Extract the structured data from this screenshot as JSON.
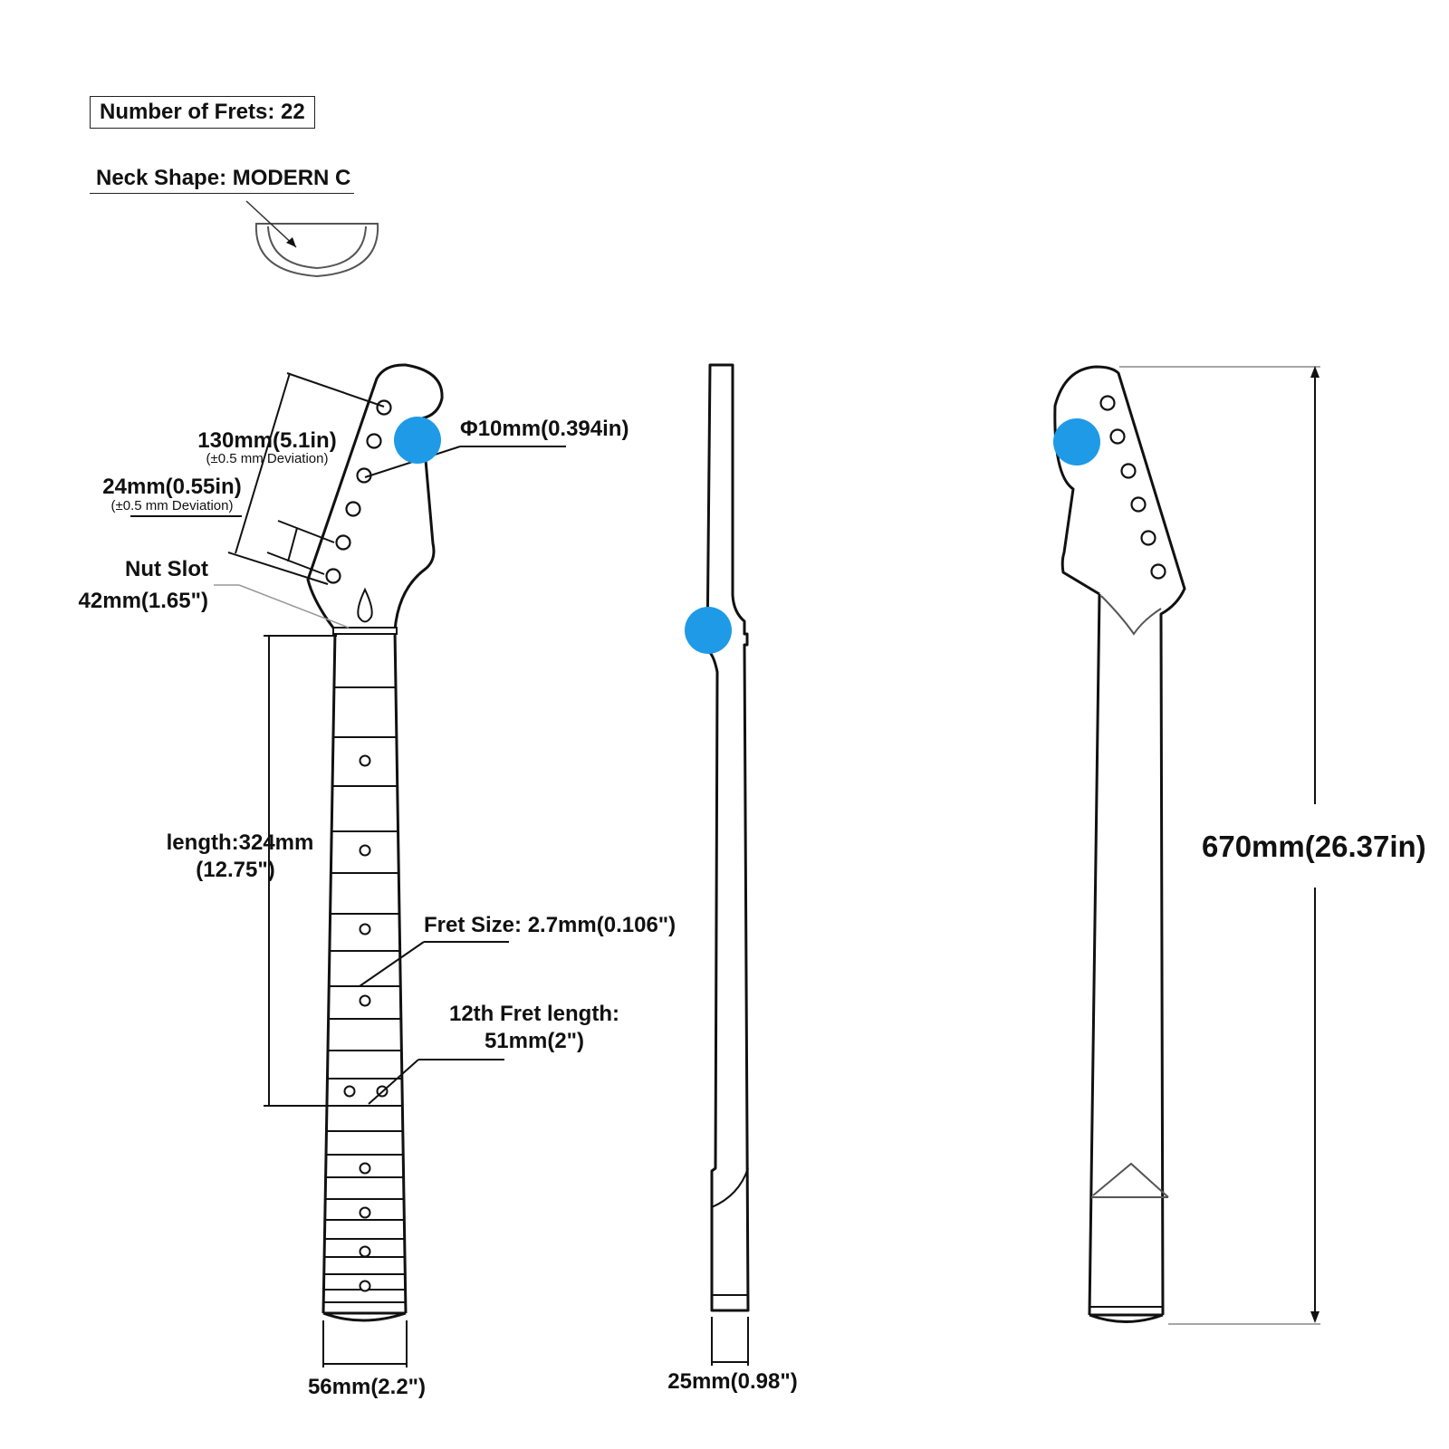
{
  "title_box": "Number of Frets: 22",
  "neck_shape": "Neck Shape: MODERN C",
  "labels": {
    "headstock_len": "130mm(5.1in)",
    "headstock_dev": "(±0.5 mm Deviation)",
    "tuner_spacing": "24mm(0.55in)",
    "tuner_dev": "(±0.5 mm Deviation)",
    "hole_diameter": "Φ10mm(0.394in)",
    "nut_slot_title": "Nut Slot",
    "nut_slot_value": "42mm(1.65\")",
    "fret_len_1": "length:324mm",
    "fret_len_2": "(12.75\")",
    "fret_size": "Fret Size: 2.7mm(0.106\")",
    "twelfth_1": "12th Fret  length:",
    "twelfth_2": "51mm(2\")",
    "heel_width": "56mm(2.2\")",
    "thickness": "25mm(0.98\")",
    "total_length": "670mm(26.37in)"
  },
  "colors": {
    "line": "#111111",
    "marker": "#1f9ae6"
  }
}
